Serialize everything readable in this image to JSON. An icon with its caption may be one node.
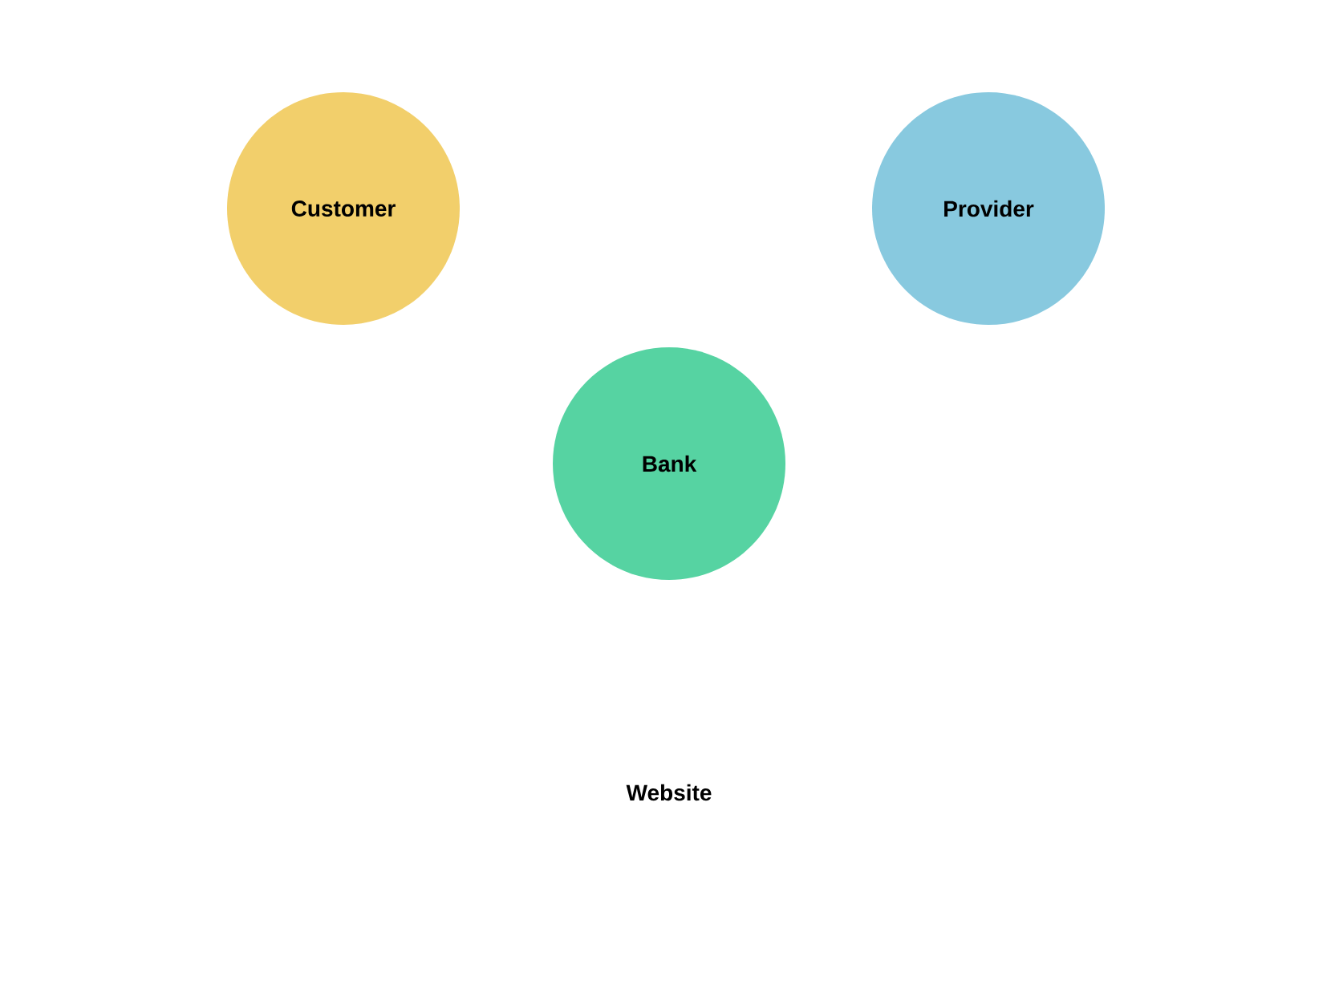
{
  "diagram": {
    "nodes": [
      {
        "text": [
          "Customer"
        ]
      },
      {
        "text": [
          "Provider"
        ]
      },
      {
        "text": [
          "Bank"
        ]
      }
    ],
    "labels": [
      "Website"
    ]
  }
}
